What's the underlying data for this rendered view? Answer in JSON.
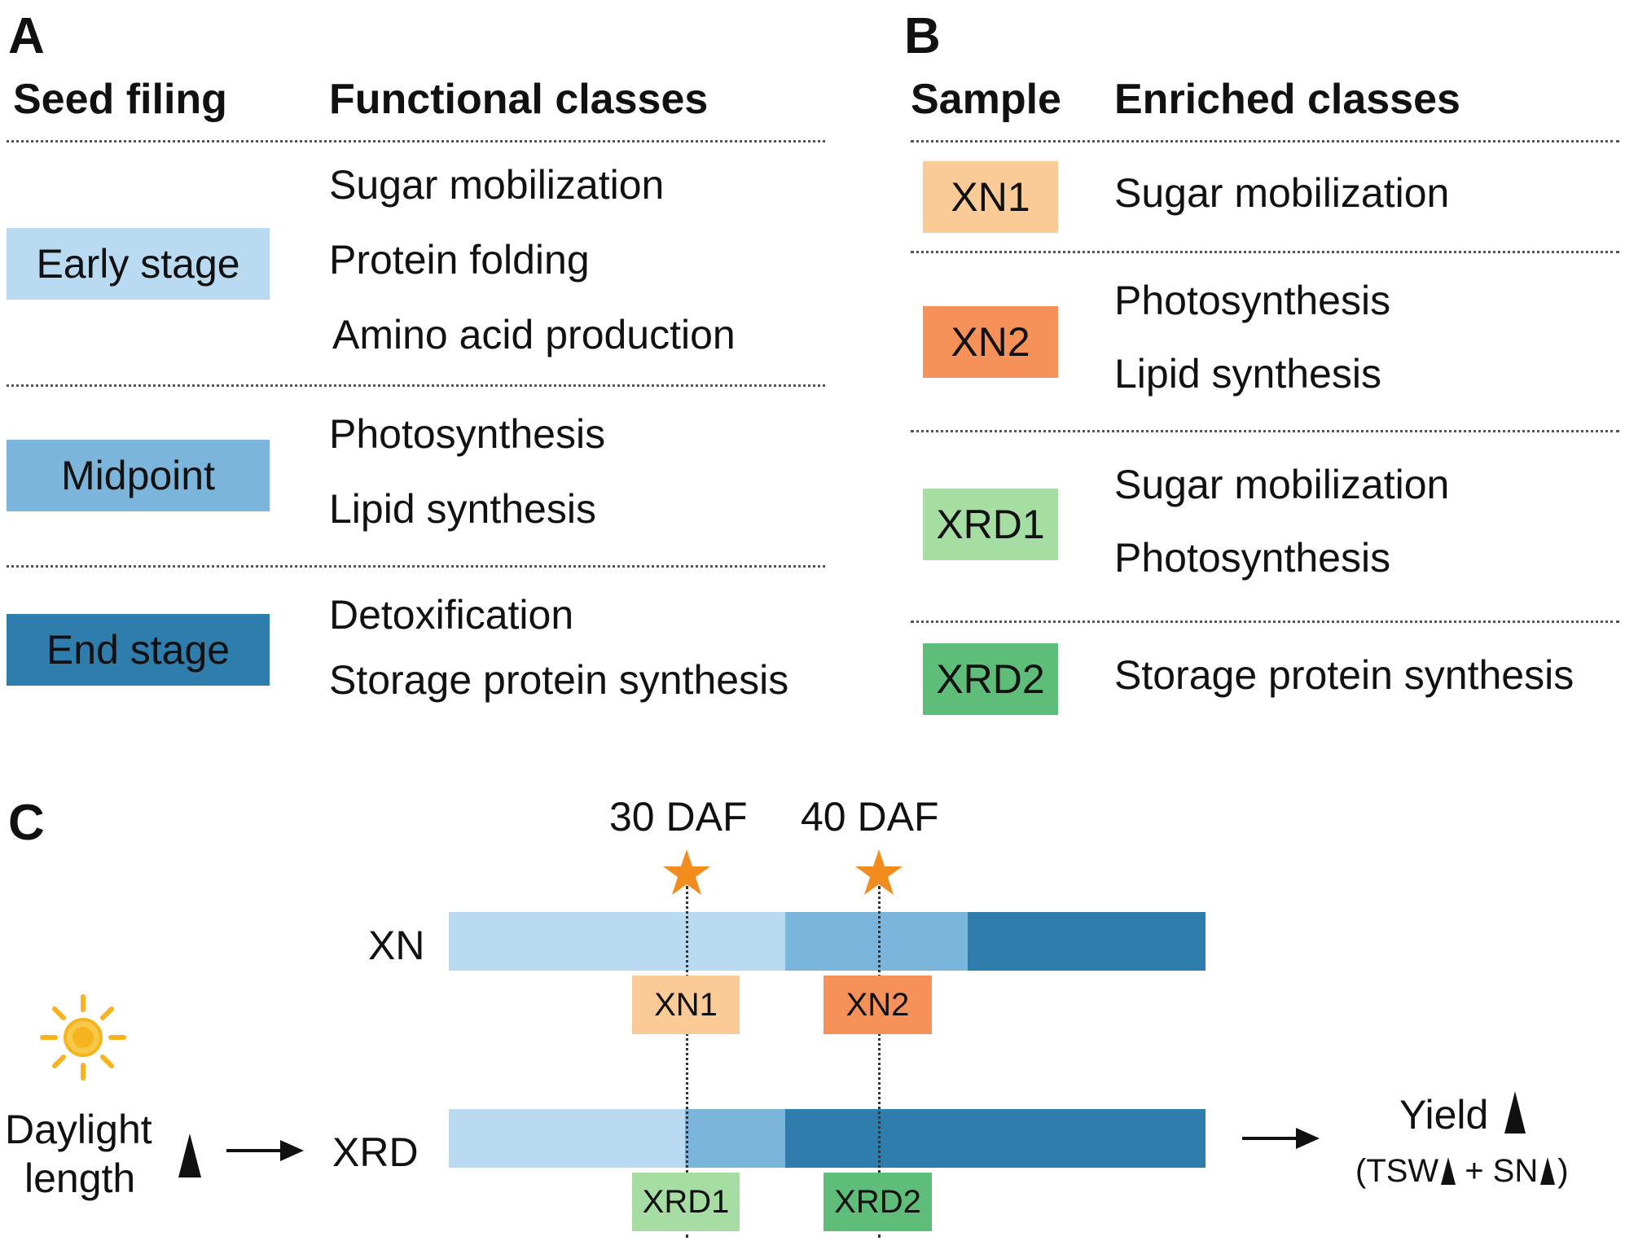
{
  "panel_a": {
    "letter": "A",
    "header_left": "Seed filing",
    "header_right": "Functional classes",
    "stages": [
      {
        "label": "Early stage",
        "classes": [
          "Sugar mobilization",
          "Protein folding",
          "Amino acid production"
        ]
      },
      {
        "label": "Midpoint",
        "classes": [
          "Photosynthesis",
          "Lipid synthesis"
        ]
      },
      {
        "label": "End stage",
        "classes": [
          "Detoxification",
          "Storage protein synthesis"
        ]
      }
    ]
  },
  "panel_b": {
    "letter": "B",
    "header_left": "Sample",
    "header_right": "Enriched classes",
    "samples": [
      {
        "label": "XN1",
        "classes": [
          "Sugar mobilization"
        ]
      },
      {
        "label": "XN2",
        "classes": [
          "Photosynthesis",
          "Lipid synthesis"
        ]
      },
      {
        "label": "XRD1",
        "classes": [
          "Sugar mobilization",
          "Photosynthesis"
        ]
      },
      {
        "label": "XRD2",
        "classes": [
          "Storage protein synthesis"
        ]
      }
    ]
  },
  "panel_c": {
    "letter": "C",
    "timepoints": [
      "30 DAF",
      "40 DAF"
    ],
    "rows": [
      {
        "label": "XN",
        "samples": [
          "XN1",
          "XN2"
        ]
      },
      {
        "label": "XRD",
        "samples": [
          "XRD1",
          "XRD2"
        ]
      }
    ],
    "daylight_line1": "Daylight",
    "daylight_line2": "length",
    "yield_label": "Yield",
    "yield_detail_open": "(TSW",
    "yield_detail_plus": "+ SN",
    "yield_detail_close": ")"
  },
  "colors": {
    "early_stage": "#b9daf1",
    "midpoint": "#7bb5dc",
    "end_stage": "#2f7dad",
    "XN1": "#fbcb97",
    "XN2": "#f7915a",
    "XRD1": "#a6dda2",
    "XRD2": "#5fbd7a",
    "star": "#f28c1e",
    "sun": "#f7b31d"
  },
  "icons": {
    "sun": "sun-icon",
    "star": "star-icon",
    "arrow": "right-arrow-icon",
    "increase": "up-triangle-icon"
  }
}
